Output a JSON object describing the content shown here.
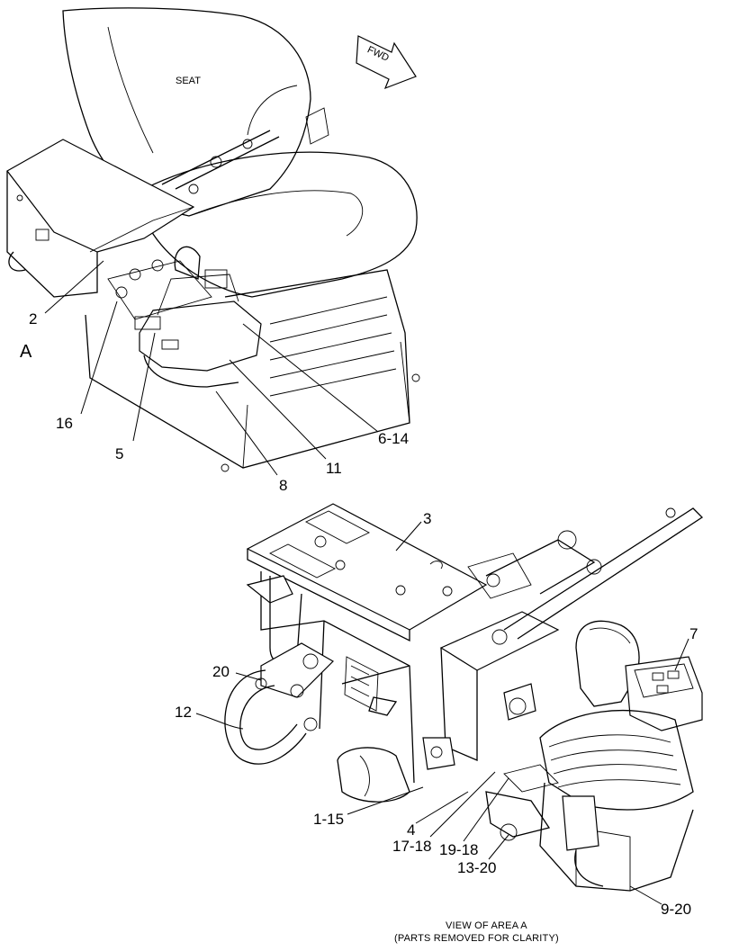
{
  "top_view": {
    "seat_label": "SEAT",
    "direction_label": "FWD",
    "view_marker": "A",
    "callouts": [
      "2",
      "16",
      "5",
      "8",
      "11",
      "6-14"
    ]
  },
  "area_view": {
    "callouts": [
      "3",
      "7",
      "20",
      "12",
      "1-15",
      "4",
      "17-18",
      "19-18",
      "13-20",
      "9-20"
    ],
    "caption_line1": "VIEW OF AREA A",
    "caption_line2": "(PARTS REMOVED FOR CLARITY)"
  }
}
